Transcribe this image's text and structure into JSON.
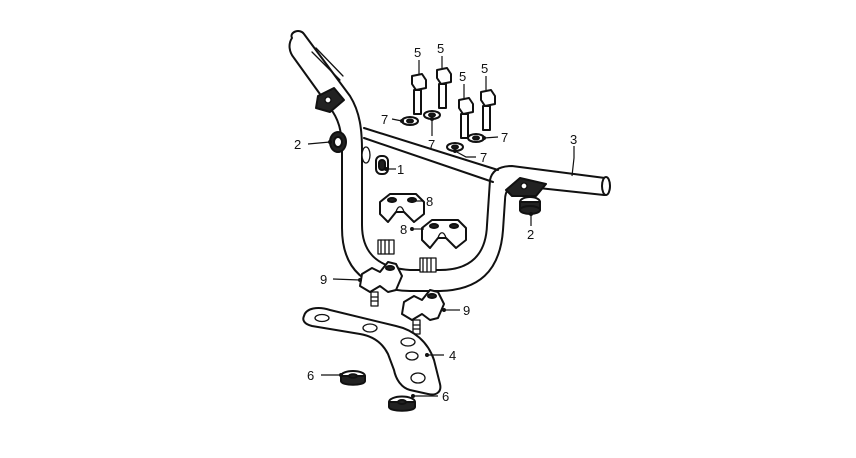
{
  "callouts": {
    "c1": "1",
    "c2a": "2",
    "c2b": "2",
    "c3": "3",
    "c4": "4",
    "c5a": "5",
    "c5b": "5",
    "c5c": "5",
    "c5d": "5",
    "c6a": "6",
    "c6b": "6",
    "c7a": "7",
    "c7b": "7",
    "c7c": "7",
    "c7d": "7",
    "c8a": "8",
    "c8b": "8",
    "c9a": "9",
    "c9b": "9"
  }
}
